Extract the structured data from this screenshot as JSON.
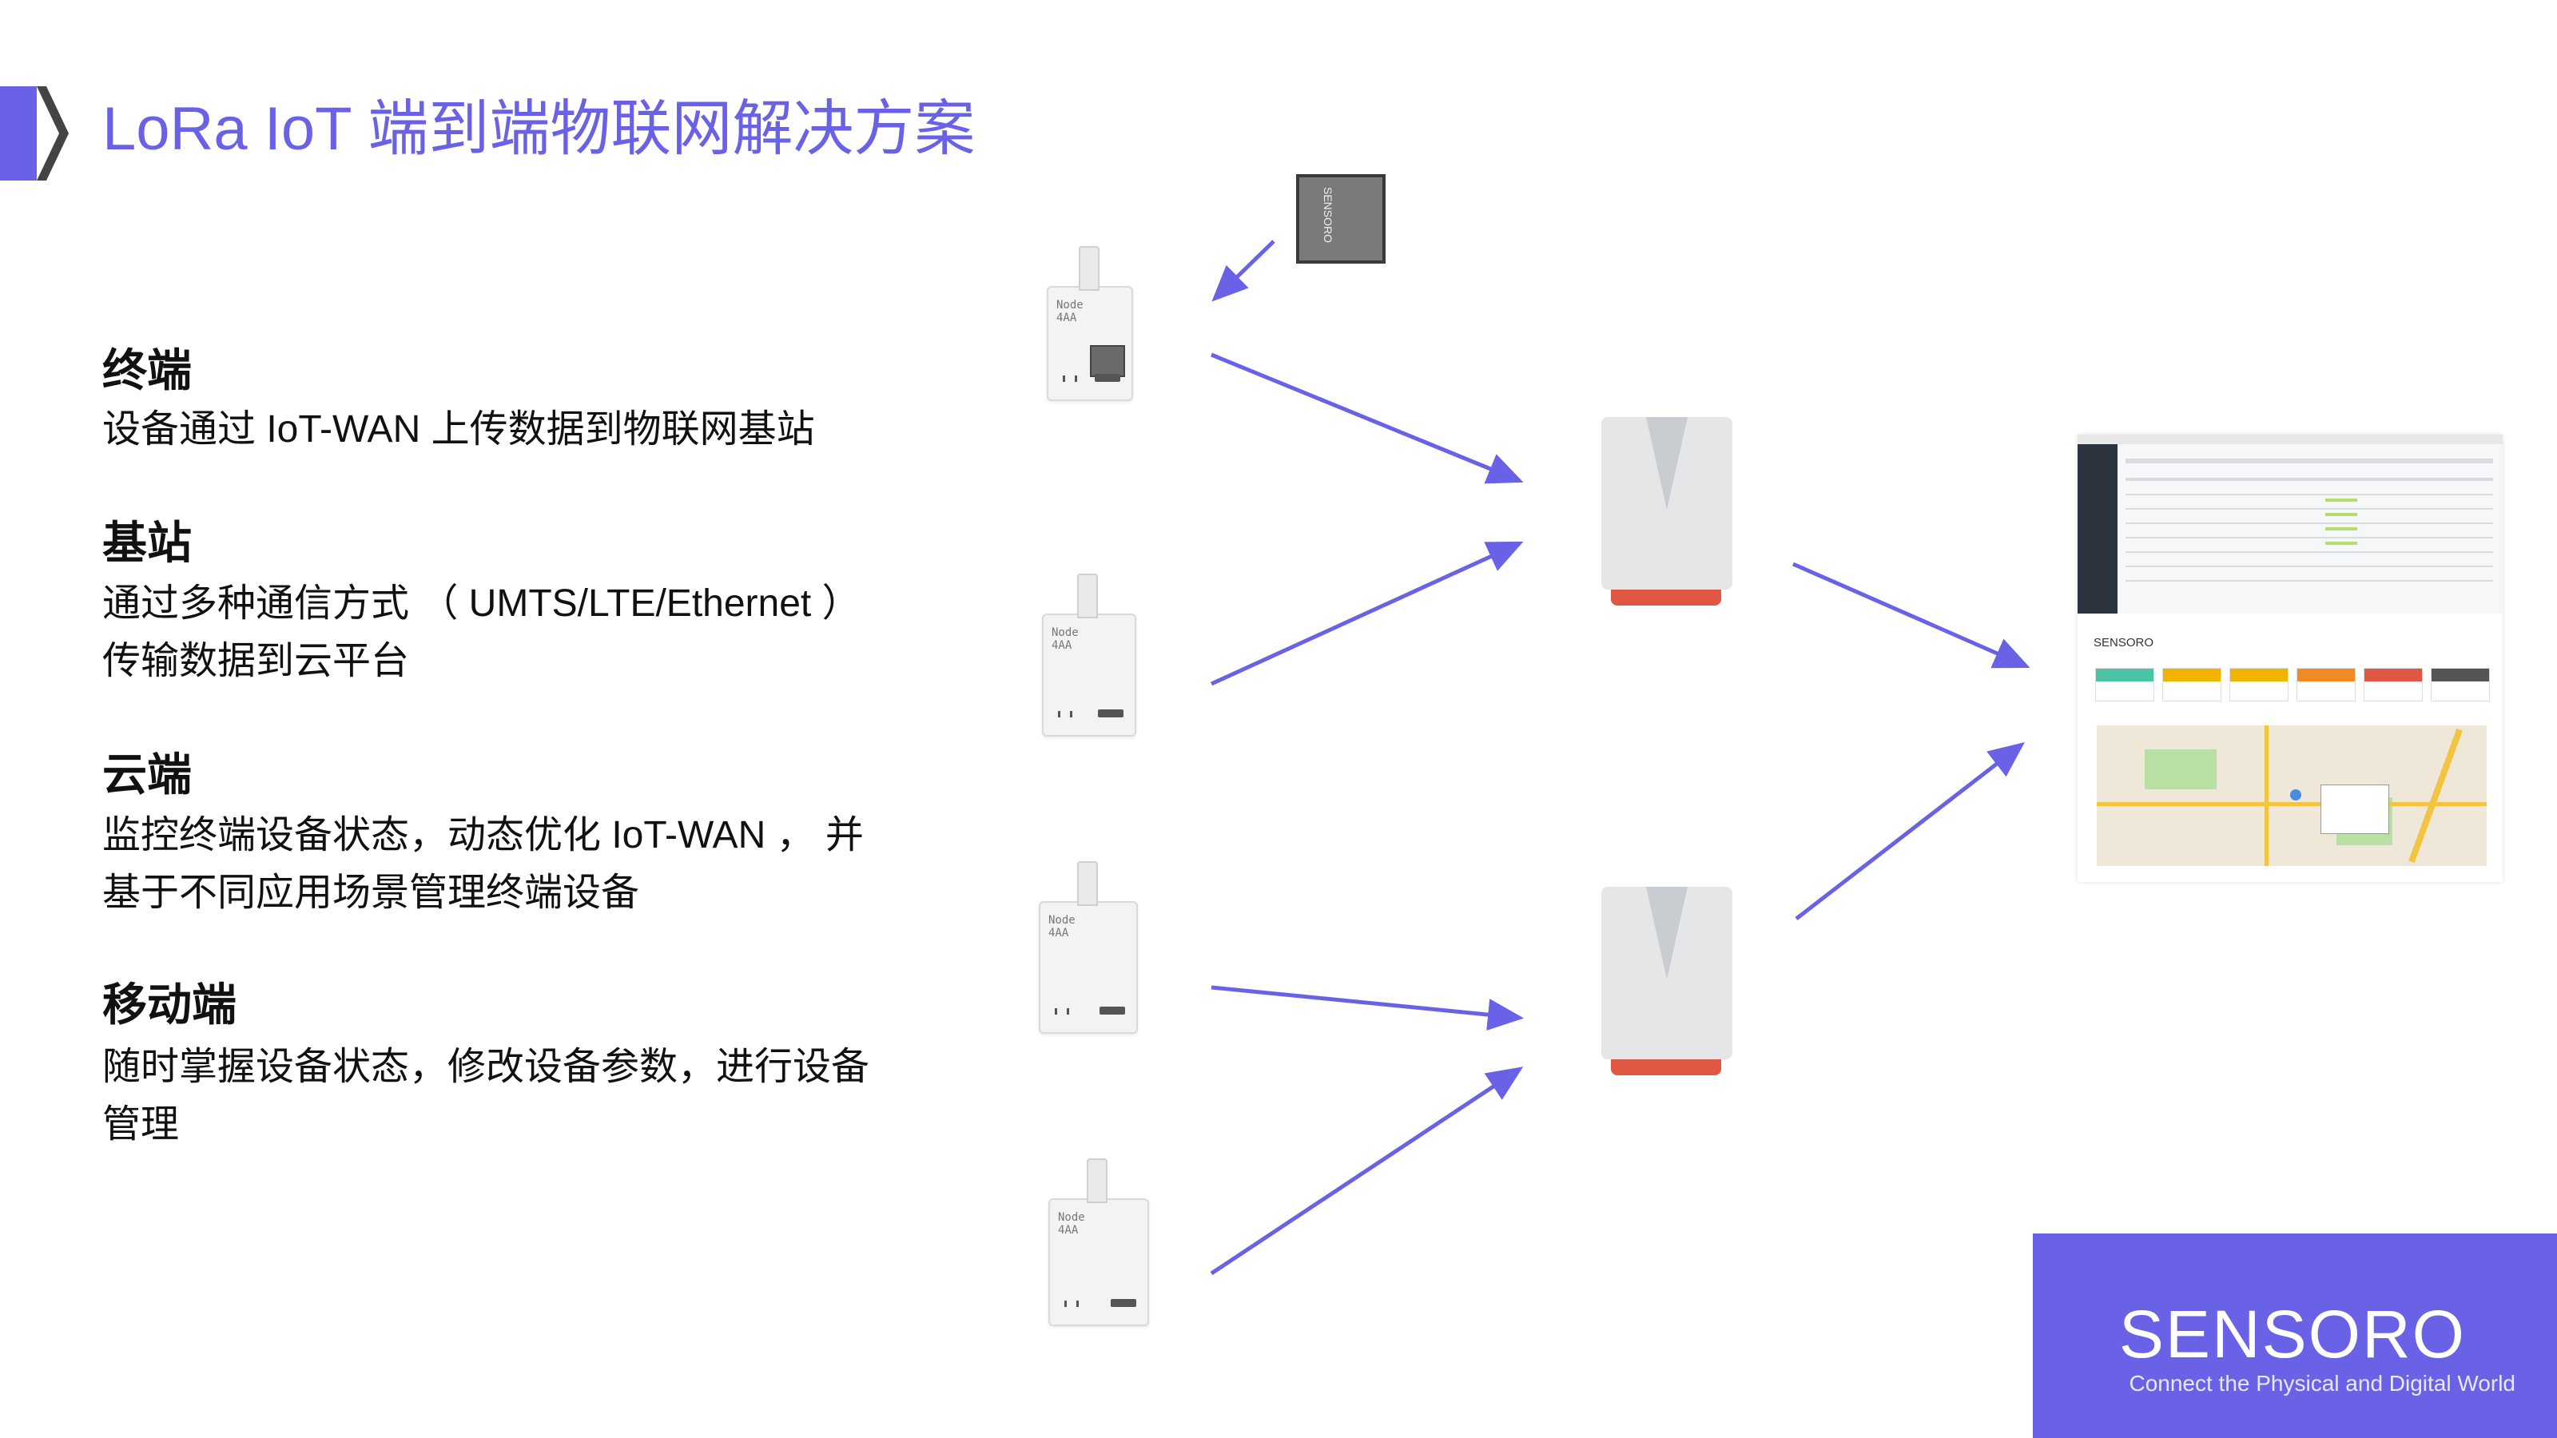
{
  "header": {
    "title": "LoRa IoT  端到端物联网解决方案",
    "accent": "#6a62e6"
  },
  "sections": [
    {
      "heading": "终端",
      "lines": [
        "设备通过  IoT-WAN 上传数据到物联网基站"
      ]
    },
    {
      "heading": "基站",
      "lines": [
        "通过多种通信方式 （ UMTS/LTE/Ethernet ）",
        "传输数据到云平台"
      ]
    },
    {
      "heading": "云端",
      "lines": [
        "监控终端设备状态，动态优化 IoT-WAN ， 并",
        "基于不同应用场景管理终端设备"
      ]
    },
    {
      "heading": "移动端",
      "lines": [
        "随时掌握设备状态，修改设备参数，进行设备",
        "管理"
      ]
    }
  ],
  "diagram": {
    "node_label": "Node\n4AA",
    "chip_label": "SENSORO",
    "platform_logo": "SENSORO",
    "arrow_color": "#6a62e6",
    "gateway_accent": "#e05744",
    "kpi_colors": [
      "#4cc3a5",
      "#f0b400",
      "#f0b400",
      "#f08a24",
      "#e05744",
      "#555555"
    ]
  },
  "brand": {
    "name": "SENSORO",
    "tagline": "Connect the Physical and Digital World"
  }
}
